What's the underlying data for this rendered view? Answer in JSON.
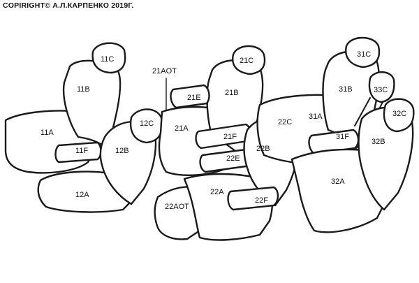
{
  "copyright": "COPIRIGHT© А.Л.КАРПЕНКО 2019Г.",
  "labels": {
    "c11": "11C",
    "b11": "11B",
    "a11": "11A",
    "f11": "11F",
    "c12": "12C",
    "b12": "12B",
    "a12": "12A",
    "a21ot": "21AOT",
    "c21": "21C",
    "e21": "21E",
    "b21": "21B",
    "a21": "21A",
    "f21": "21F",
    "e22": "22E",
    "c22": "22C",
    "b22": "22B",
    "a22": "22A",
    "f22": "22F",
    "a22ot": "22AOT",
    "c31": "31C",
    "b31": "31B",
    "a31": "31A",
    "f31": "31F",
    "c33": "33C",
    "c32": "32C",
    "b32": "32B",
    "a32": "32A"
  }
}
